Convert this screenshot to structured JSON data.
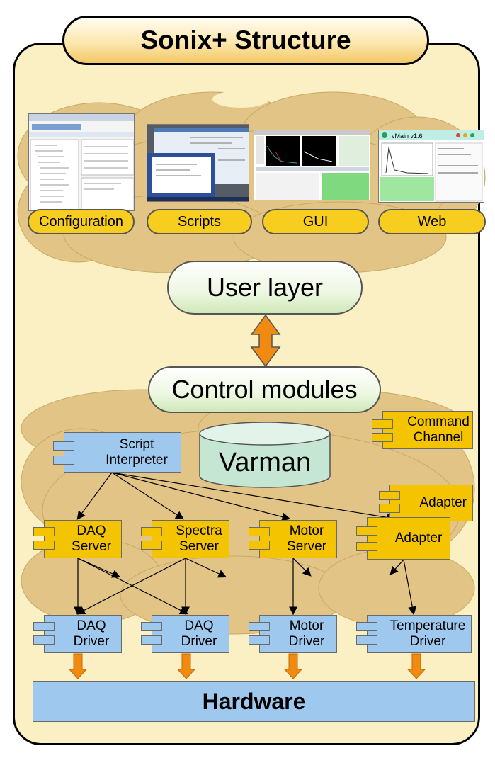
{
  "title": "Sonix+ Structure",
  "user_interfaces": [
    {
      "label": "Configuration"
    },
    {
      "label": "Scripts"
    },
    {
      "label": "GUI"
    },
    {
      "label": "Web"
    }
  ],
  "web_screenshot_title": "vMain v1.6",
  "user_layer": "User layer",
  "control_modules": "Control modules",
  "varman": "Varman",
  "script_interpreter": "Script Interpreter",
  "command_channel": "Command Channel",
  "adapter_back": "Adapter",
  "adapter_front": "Adapter",
  "servers": [
    {
      "label": "DAQ Server"
    },
    {
      "label": "Spectra Server"
    },
    {
      "label": "Motor Server"
    }
  ],
  "drivers": [
    {
      "label": "DAQ Driver"
    },
    {
      "label": "DAQ Driver"
    },
    {
      "label": "Motor Driver"
    },
    {
      "label": "Temperature Driver"
    }
  ],
  "hardware": "Hardware",
  "colors": {
    "background": "#fbefc4",
    "cloud": "#e2c487",
    "server_yellow": "#f5c400",
    "driver_blue": "#9fc8ef",
    "interface_pill": "#f7cd1f",
    "arrow_orange": "#f08a10",
    "varman_green": "#c4e6d2"
  }
}
